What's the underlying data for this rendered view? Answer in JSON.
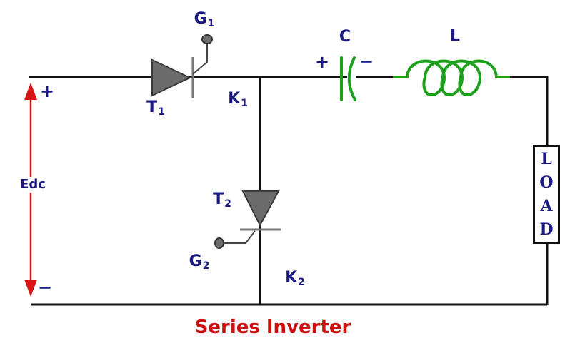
{
  "title": "Series Inverter",
  "colors": {
    "wire": "#111111",
    "green": "#1da11d",
    "red": "#d81414",
    "navy": "#1a1a80",
    "gray": "#6b6b6b",
    "title_red": "#cc0f0f"
  },
  "source": {
    "label": "Edc",
    "plus": "+",
    "minus": "−"
  },
  "thyristor1": {
    "label": {
      "main": "T",
      "sub": "1"
    },
    "gate": {
      "main": "G",
      "sub": "1"
    },
    "cathode": {
      "main": "K",
      "sub": "1"
    }
  },
  "thyristor2": {
    "label": {
      "main": "T",
      "sub": "2"
    },
    "gate": {
      "main": "G",
      "sub": "2"
    },
    "cathode": {
      "main": "K",
      "sub": "2"
    }
  },
  "capacitor": {
    "label": "C",
    "plus": "+",
    "minus": "−"
  },
  "inductor": {
    "label": "L"
  },
  "load": {
    "letters": [
      "L",
      "O",
      "A",
      "D"
    ]
  }
}
